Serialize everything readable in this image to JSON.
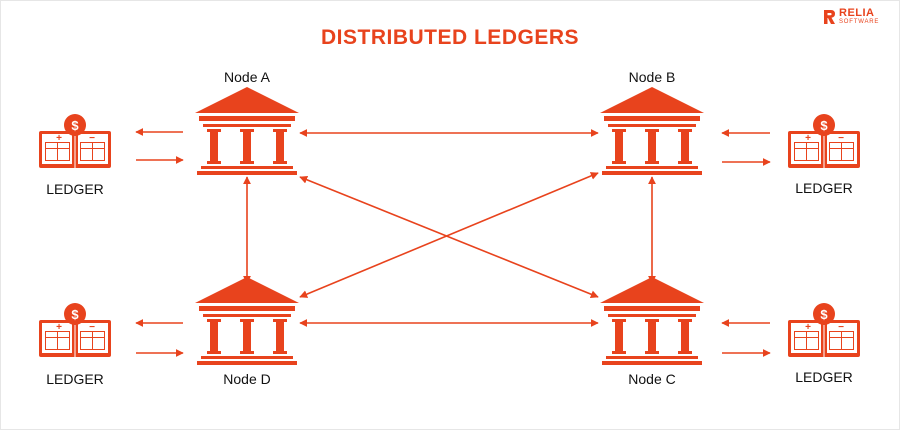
{
  "title": "DISTRIBUTED LEDGERS",
  "brand": {
    "name": "RELIA",
    "tagline": "SOFTWARE"
  },
  "colors": {
    "accent": "#e8431d",
    "text": "#111111",
    "background": "#ffffff"
  },
  "nodes": {
    "a": "Node A",
    "b": "Node B",
    "c": "Node C",
    "d": "Node D"
  },
  "ledgers": {
    "a": "LEDGER",
    "b": "LEDGER",
    "c": "LEDGER",
    "d": "LEDGER"
  },
  "icons": {
    "node": "bank-building-icon",
    "ledger": "ledger-book-icon",
    "currency": "$",
    "plus": "+",
    "minus": "−"
  }
}
